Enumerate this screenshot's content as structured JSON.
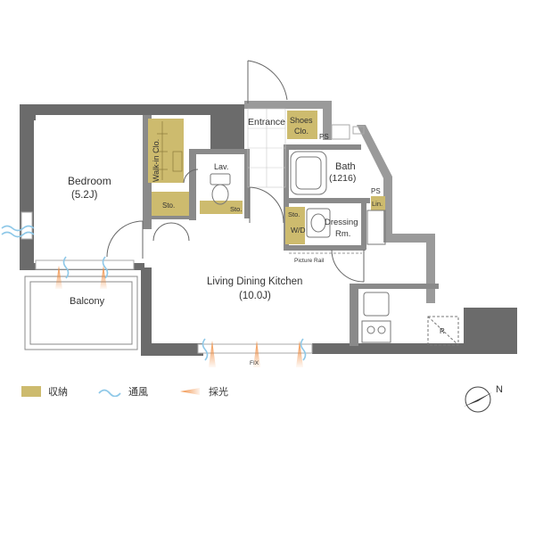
{
  "rooms": {
    "entrance": "Entrance",
    "shoes_clo": [
      "Shoes",
      "Clo."
    ],
    "ps_top": "PS",
    "bath": [
      "Bath",
      "(1216)"
    ],
    "ps_right": "PS",
    "lin": "Lin.",
    "bedroom": [
      "Bedroom",
      "(5.2J)"
    ],
    "walk_in_clo": "Walk-in Clo.",
    "lav": "Lav.",
    "sto_bedroom": "Sto.",
    "sto_lav": "Sto.",
    "sto_wd": [
      "Sto.",
      "W/D"
    ],
    "dressing": [
      "Dressing",
      "Rm."
    ],
    "picture_rail": "Picture Rail",
    "balcony": "Balcony",
    "ldk": [
      "Living Dining Kitchen",
      "(10.0J)"
    ],
    "fix": "FIX",
    "r": "R"
  },
  "legend": [
    {
      "label": "収納",
      "icon": "storage-swatch",
      "color": "#cdbb6e"
    },
    {
      "label": "通風",
      "icon": "ventilation-wave-icon",
      "color": "#8ec8e8"
    },
    {
      "label": "採光",
      "icon": "daylight-arrow-icon",
      "color": "#f08a3c"
    }
  ],
  "compass": {
    "label": "N"
  },
  "colors": {
    "wall": "#6b6b6b",
    "storage": "#cdbb6e",
    "wind": "#8ec8e8",
    "light": "#f08a3c"
  }
}
